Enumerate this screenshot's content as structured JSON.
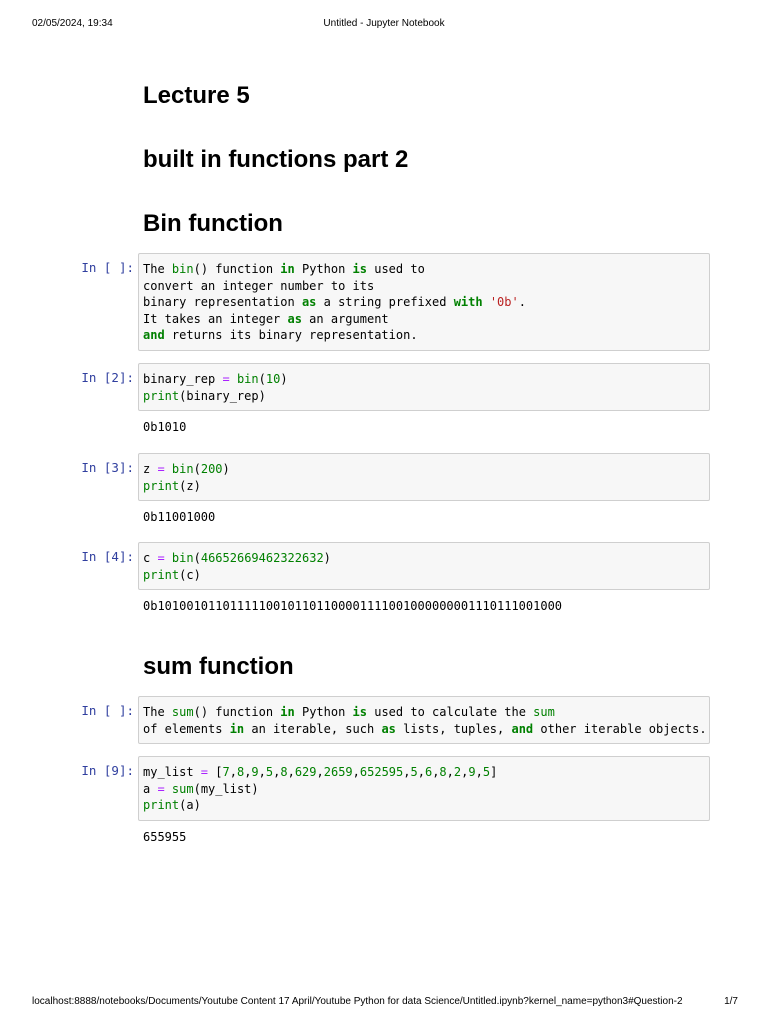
{
  "print_header": {
    "date": "02/05/2024, 19:34",
    "title": "Untitled - Jupyter Notebook"
  },
  "print_footer": {
    "url": "localhost:8888/notebooks/Documents/Youtube Content 17 April/Youtube Python for data Science/Untitled.ipynb?kernel_name=python3#Question-2",
    "page": "1/7"
  },
  "headings": {
    "lecture": "Lecture 5",
    "part": "built in functions part 2",
    "bin": "Bin function",
    "sum": "sum function"
  },
  "colors": {
    "prompt": "#303f9f",
    "keyword": "#008000",
    "operator": "#aa22ff",
    "string": "#ba2121",
    "cell_bg": "#f7f7f7",
    "cell_border": "#cfcfcf"
  },
  "cells": [
    {
      "prompt": "In [ ]:",
      "lines": [
        [
          [
            "The ",
            "t"
          ],
          [
            "bin",
            "bi"
          ],
          [
            "() function ",
            "t"
          ],
          [
            "in",
            "kw"
          ],
          [
            " Python ",
            "t"
          ],
          [
            "is",
            "kw"
          ],
          [
            " used to",
            "t"
          ]
        ],
        [
          [
            "convert an integer number to its",
            "t"
          ]
        ],
        [
          [
            "binary representation ",
            "t"
          ],
          [
            "as",
            "kw"
          ],
          [
            " a string prefixed ",
            "t"
          ],
          [
            "with",
            "kw"
          ],
          [
            " ",
            "t"
          ],
          [
            "'0b'",
            "str"
          ],
          [
            ".",
            "t"
          ]
        ],
        [
          [
            "It takes an integer ",
            "t"
          ],
          [
            "as",
            "kw"
          ],
          [
            " an argument",
            "t"
          ]
        ],
        [
          [
            "and",
            "kw"
          ],
          [
            " returns its binary representation.",
            "t"
          ]
        ]
      ],
      "output": ""
    },
    {
      "prompt": "In [2]:",
      "lines": [
        [
          [
            "binary_rep ",
            "t"
          ],
          [
            "=",
            "op"
          ],
          [
            " ",
            "t"
          ],
          [
            "bin",
            "bi"
          ],
          [
            "(",
            "t"
          ],
          [
            "10",
            "num"
          ],
          [
            ")",
            "t"
          ]
        ],
        [
          [
            "print",
            "bi"
          ],
          [
            "(binary_rep)",
            "t"
          ]
        ]
      ],
      "output": "0b1010"
    },
    {
      "prompt": "In [3]:",
      "lines": [
        [
          [
            "z ",
            "t"
          ],
          [
            "=",
            "op"
          ],
          [
            " ",
            "t"
          ],
          [
            "bin",
            "bi"
          ],
          [
            "(",
            "t"
          ],
          [
            "200",
            "num"
          ],
          [
            ")",
            "t"
          ]
        ],
        [
          [
            "print",
            "bi"
          ],
          [
            "(z)",
            "t"
          ]
        ]
      ],
      "output": "0b11001000"
    },
    {
      "prompt": "In [4]:",
      "lines": [
        [
          [
            "c ",
            "t"
          ],
          [
            "=",
            "op"
          ],
          [
            " ",
            "t"
          ],
          [
            "bin",
            "bi"
          ],
          [
            "(",
            "t"
          ],
          [
            "46652669462322632",
            "num"
          ],
          [
            ")",
            "t"
          ]
        ],
        [
          [
            "print",
            "bi"
          ],
          [
            "(c)",
            "t"
          ]
        ]
      ],
      "output": "0b10100101101111100101101100001111001000000001110111001000"
    },
    {
      "prompt": "In [ ]:",
      "lines": [
        [
          [
            "The ",
            "t"
          ],
          [
            "sum",
            "bi"
          ],
          [
            "() function ",
            "t"
          ],
          [
            "in",
            "kw"
          ],
          [
            " Python ",
            "t"
          ],
          [
            "is",
            "kw"
          ],
          [
            " used to calculate the ",
            "t"
          ],
          [
            "sum",
            "bi"
          ]
        ],
        [
          [
            "of elements ",
            "t"
          ],
          [
            "in",
            "kw"
          ],
          [
            " an iterable, such ",
            "t"
          ],
          [
            "as",
            "kw"
          ],
          [
            " lists, tuples, ",
            "t"
          ],
          [
            "and",
            "kw"
          ],
          [
            " other iterable objects.",
            "t"
          ]
        ]
      ],
      "output": ""
    },
    {
      "prompt": "In [9]:",
      "lines": [
        [
          [
            "my_list ",
            "t"
          ],
          [
            "=",
            "op"
          ],
          [
            " [",
            "t"
          ],
          [
            "7",
            "num"
          ],
          [
            ",",
            "t"
          ],
          [
            "8",
            "num"
          ],
          [
            ",",
            "t"
          ],
          [
            "9",
            "num"
          ],
          [
            ",",
            "t"
          ],
          [
            "5",
            "num"
          ],
          [
            ",",
            "t"
          ],
          [
            "8",
            "num"
          ],
          [
            ",",
            "t"
          ],
          [
            "629",
            "num"
          ],
          [
            ",",
            "t"
          ],
          [
            "2659",
            "num"
          ],
          [
            ",",
            "t"
          ],
          [
            "652595",
            "num"
          ],
          [
            ",",
            "t"
          ],
          [
            "5",
            "num"
          ],
          [
            ",",
            "t"
          ],
          [
            "6",
            "num"
          ],
          [
            ",",
            "t"
          ],
          [
            "8",
            "num"
          ],
          [
            ",",
            "t"
          ],
          [
            "2",
            "num"
          ],
          [
            ",",
            "t"
          ],
          [
            "9",
            "num"
          ],
          [
            ",",
            "t"
          ],
          [
            "5",
            "num"
          ],
          [
            "]",
            "t"
          ]
        ],
        [
          [
            "a ",
            "t"
          ],
          [
            "=",
            "op"
          ],
          [
            " ",
            "t"
          ],
          [
            "sum",
            "bi"
          ],
          [
            "(my_list)",
            "t"
          ]
        ],
        [
          [
            "print",
            "bi"
          ],
          [
            "(a)",
            "t"
          ]
        ]
      ],
      "output": "655955"
    }
  ]
}
